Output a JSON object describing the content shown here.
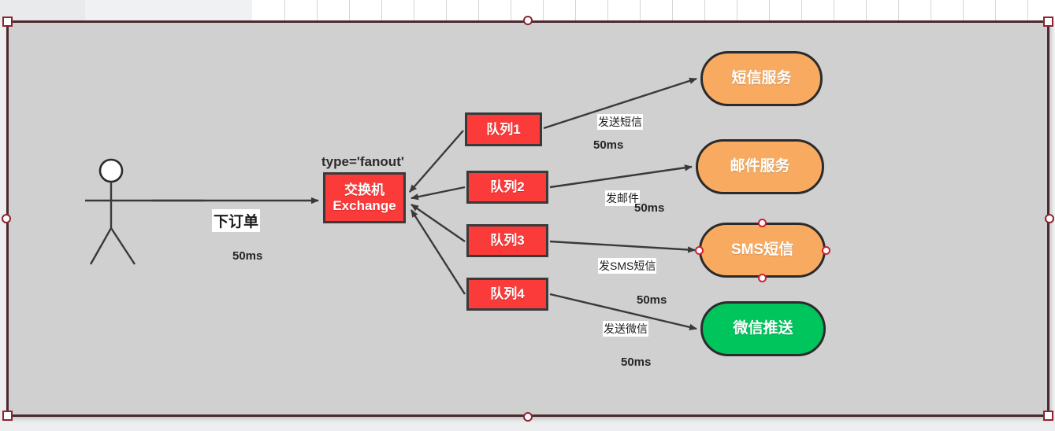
{
  "canvas": {
    "background_color": "#d0d0d0",
    "selection_border_color": "#4a2a2e",
    "handle_color": "#8a2430"
  },
  "colors": {
    "queue_red": "#fb3a3a",
    "service_orange": "#f8ab60",
    "service_green": "#00c45c",
    "node_border": "#2b2b2b",
    "selected_handle": "#d11f34"
  },
  "actor": {
    "name": "actor-stick-figure"
  },
  "nodes": {
    "exchange": {
      "line1": "交换机",
      "line2": "Exchange",
      "type_label": "type='fanout'"
    },
    "queues": [
      {
        "label": "队列1"
      },
      {
        "label": "队列2"
      },
      {
        "label": "队列3"
      },
      {
        "label": "队列4"
      }
    ],
    "services": [
      {
        "label": "短信服务",
        "color": "#f8ab60",
        "selected": false
      },
      {
        "label": "邮件服务",
        "color": "#f8ab60",
        "selected": false
      },
      {
        "label": "SMS短信",
        "color": "#f8ab60",
        "selected": true
      },
      {
        "label": "微信推送",
        "color": "#00c45c",
        "selected": false
      }
    ]
  },
  "edges": {
    "order": {
      "label": "下订单",
      "latency": "50ms"
    },
    "queue_to_service": [
      {
        "label": "发送短信",
        "latency": "50ms"
      },
      {
        "label": "发邮件",
        "latency": "50ms"
      },
      {
        "label": "发SMS短信",
        "latency": "50ms"
      },
      {
        "label": "发送微信",
        "latency": "50ms"
      }
    ]
  }
}
